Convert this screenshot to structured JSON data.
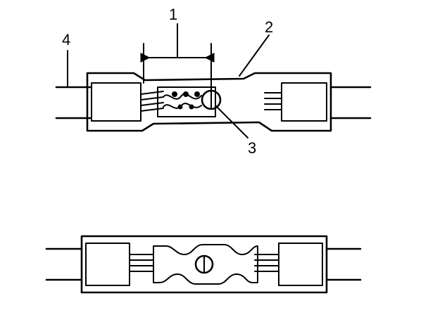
{
  "callouts": {
    "dimension": "1",
    "sleeve": "2",
    "solder_ring": "3",
    "wire": "4"
  },
  "colors": {
    "ink": "#000000",
    "background": "#ffffff"
  }
}
